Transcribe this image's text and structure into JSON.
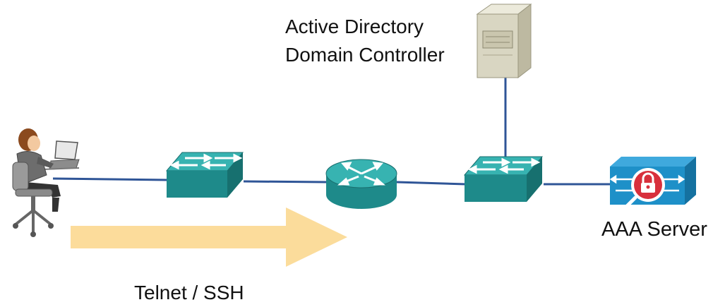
{
  "labels": {
    "ad_line1": "Active Directory",
    "ad_line2": "Domain Controller",
    "aaa": "AAA Server",
    "flow": "Telnet / SSH"
  },
  "nodes": [
    {
      "id": "user",
      "icon": "user-at-laptop-icon"
    },
    {
      "id": "switch-1",
      "icon": "switch-icon"
    },
    {
      "id": "router",
      "icon": "router-icon"
    },
    {
      "id": "switch-2",
      "icon": "switch-icon"
    },
    {
      "id": "ad-server",
      "icon": "server-tower-icon"
    },
    {
      "id": "aaa-server",
      "icon": "security-appliance-lock-icon"
    }
  ],
  "links": [
    {
      "from": "user",
      "to": "switch-1"
    },
    {
      "from": "switch-1",
      "to": "router"
    },
    {
      "from": "router",
      "to": "switch-2"
    },
    {
      "from": "switch-2",
      "to": "aaa-server"
    },
    {
      "from": "switch-2",
      "to": "ad-server"
    }
  ],
  "colors": {
    "link": "#2f5597",
    "device_teal": "#1e8a8a",
    "device_teal_top": "#37b3b1",
    "aaa_blue": "#1e90c8",
    "lock_red": "#d8303c",
    "arrow": "#fbd68a",
    "server_beige": "#d9d6c2"
  }
}
